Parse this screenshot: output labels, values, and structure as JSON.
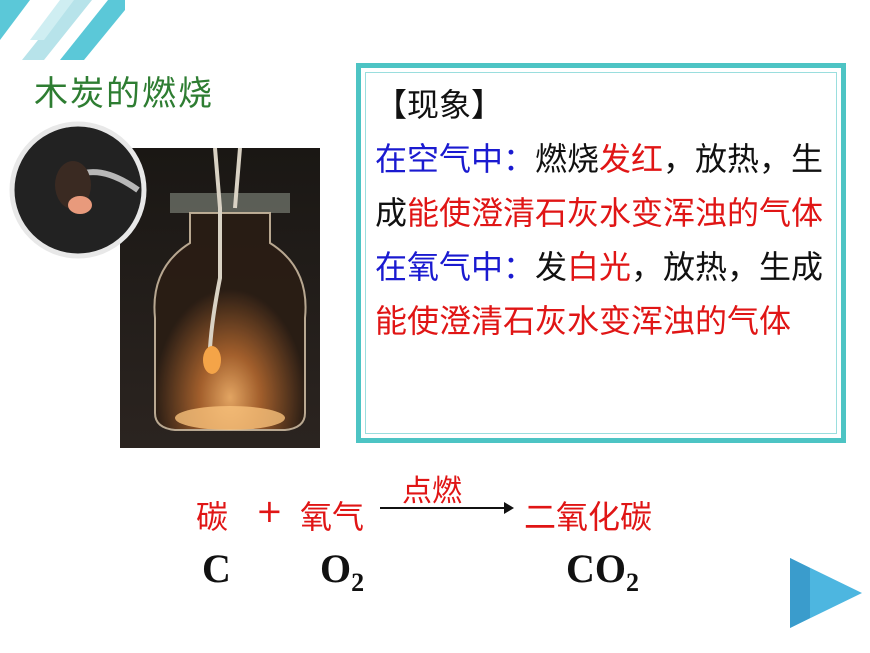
{
  "title": "木炭的燃烧",
  "phenomena": {
    "heading": "【现象】",
    "air_label": "在空气中：",
    "air_1": "燃烧",
    "air_2": "发红",
    "air_3": "，放热，生成",
    "air_4": "能使澄清石灰水变浑浊的气体",
    "oxy_label": "在氧气中：",
    "oxy_1": "发",
    "oxy_2": "白光",
    "oxy_3": "，放热，生成",
    "oxy_4": "能使澄清石灰水变浑浊的气体"
  },
  "equation": {
    "reactant1": "碳",
    "plus": "+",
    "reactant2": "氧气",
    "condition": "点燃",
    "product": "二氧化碳",
    "f_r1": "C",
    "f_r2": "O",
    "f_r2_sub": "2",
    "f_p": "CO",
    "f_p_sub": "2"
  },
  "colors": {
    "accent": "#4dc4c4",
    "title": "#2e7d32",
    "blue": "#1a1ad0",
    "red": "#e01515"
  }
}
